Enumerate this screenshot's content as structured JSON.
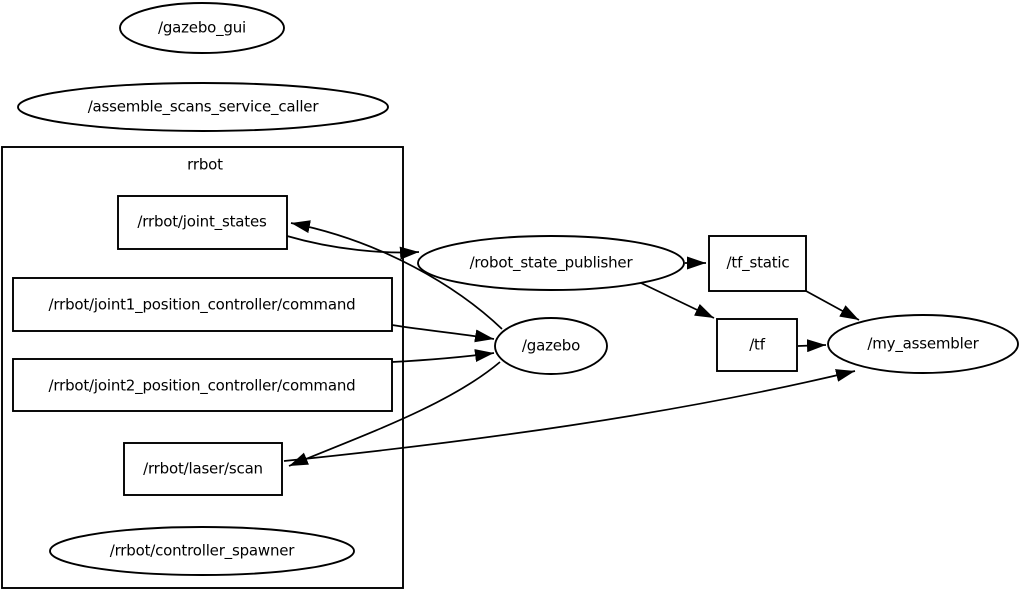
{
  "colors": {
    "background": "#ffffff",
    "stroke": "#000000",
    "text": "#000000"
  },
  "graph": {
    "cluster": {
      "label": "rrbot"
    },
    "nodes": {
      "gazebo_gui": {
        "label": "/gazebo_gui",
        "shape": "ellipse",
        "kind": "ros-node"
      },
      "assemble_scans_service_caller": {
        "label": "/assemble_scans_service_caller",
        "shape": "ellipse",
        "kind": "ros-node"
      },
      "joint_states": {
        "label": "/rrbot/joint_states",
        "shape": "box",
        "kind": "topic"
      },
      "joint1_command": {
        "label": "/rrbot/joint1_position_controller/command",
        "shape": "box",
        "kind": "topic"
      },
      "joint2_command": {
        "label": "/rrbot/joint2_position_controller/command",
        "shape": "box",
        "kind": "topic"
      },
      "laser_scan": {
        "label": "/rrbot/laser/scan",
        "shape": "box",
        "kind": "topic"
      },
      "controller_spawner": {
        "label": "/rrbot/controller_spawner",
        "shape": "ellipse",
        "kind": "ros-node"
      },
      "robot_state_publisher": {
        "label": "/robot_state_publisher",
        "shape": "ellipse",
        "kind": "ros-node"
      },
      "gazebo": {
        "label": "/gazebo",
        "shape": "ellipse",
        "kind": "ros-node"
      },
      "tf_static": {
        "label": "/tf_static",
        "shape": "box",
        "kind": "topic"
      },
      "tf": {
        "label": "/tf",
        "shape": "box",
        "kind": "topic"
      },
      "my_assembler": {
        "label": "/my_assembler",
        "shape": "ellipse",
        "kind": "ros-node"
      }
    },
    "edges": [
      {
        "from": "/gazebo",
        "to": "/rrbot/joint_states"
      },
      {
        "from": "/rrbot/joint_states",
        "to": "/robot_state_publisher"
      },
      {
        "from": "/rrbot/joint1_position_controller/command",
        "to": "/gazebo"
      },
      {
        "from": "/rrbot/joint2_position_controller/command",
        "to": "/gazebo"
      },
      {
        "from": "/gazebo",
        "to": "/rrbot/laser/scan"
      },
      {
        "from": "/rrbot/laser/scan",
        "to": "/my_assembler"
      },
      {
        "from": "/robot_state_publisher",
        "to": "/tf_static"
      },
      {
        "from": "/robot_state_publisher",
        "to": "/tf"
      },
      {
        "from": "/tf_static",
        "to": "/my_assembler"
      },
      {
        "from": "/tf",
        "to": "/my_assembler"
      }
    ]
  }
}
